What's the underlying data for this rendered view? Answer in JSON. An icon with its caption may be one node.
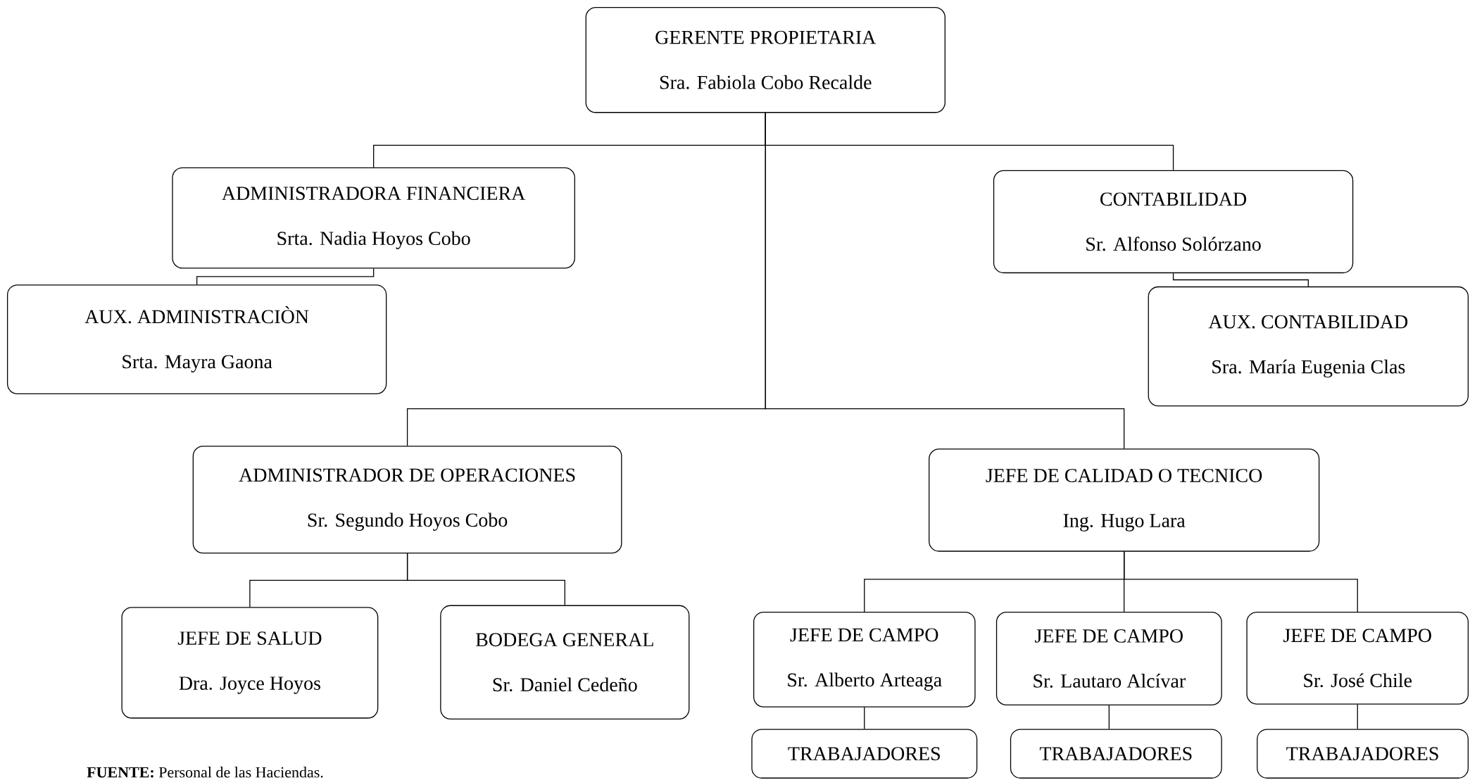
{
  "diagram": {
    "nodes": [
      {
        "text": [
          "GERENTE PROPIETARIA",
          "Sra. Fabiola Cobo Recalde"
        ]
      },
      {
        "text": [
          "ADMINISTRADORA FINANCIERA",
          "Srta. Nadia Hoyos Cobo"
        ]
      },
      {
        "text": [
          "CONTABILIDAD",
          "Sr. Alfonso Solórzano"
        ]
      },
      {
        "text": [
          "AUX. ADMINISTRACIÒN",
          "Srta. Mayra Gaona"
        ]
      },
      {
        "text": [
          "AUX. CONTABILIDAD",
          "Sra. María Eugenia Clas"
        ]
      },
      {
        "text": [
          "ADMINISTRADOR DE OPERACIONES",
          "Sr. Segundo Hoyos Cobo"
        ]
      },
      {
        "text": [
          "JEFE DE CALIDAD O TECNICO",
          "Ing. Hugo Lara"
        ]
      },
      {
        "text": [
          "JEFE DE SALUD",
          "Dra. Joyce Hoyos"
        ]
      },
      {
        "text": [
          "BODEGA GENERAL",
          "Sr. Daniel Cedeño"
        ]
      },
      {
        "text": [
          "JEFE DE CAMPO",
          "Sr. Alberto Arteaga"
        ]
      },
      {
        "text": [
          "JEFE DE CAMPO",
          "Sr. Lautaro Alcívar"
        ]
      },
      {
        "text": [
          "JEFE DE CAMPO",
          "Sr. José Chile"
        ]
      },
      {
        "text": [
          "TRABAJADORES"
        ]
      },
      {
        "text": [
          "TRABAJADORES"
        ]
      },
      {
        "text": [
          "TRABAJADORES"
        ]
      }
    ],
    "edges": [
      {
        "from": 0,
        "to": 1,
        "arrow": "none"
      },
      {
        "from": 0,
        "to": 2,
        "arrow": "none"
      },
      {
        "from": 1,
        "to": 3,
        "arrow": "none"
      },
      {
        "from": 2,
        "to": 4,
        "arrow": "none"
      },
      {
        "from": 0,
        "to": 5,
        "arrow": "none"
      },
      {
        "from": 0,
        "to": 6,
        "arrow": "none"
      },
      {
        "from": 5,
        "to": 7,
        "arrow": "none"
      },
      {
        "from": 5,
        "to": 8,
        "arrow": "none"
      },
      {
        "from": 6,
        "to": 9,
        "arrow": "none"
      },
      {
        "from": 6,
        "to": 10,
        "arrow": "none"
      },
      {
        "from": 6,
        "to": 11,
        "arrow": "none"
      },
      {
        "from": 9,
        "to": 12,
        "arrow": "none"
      },
      {
        "from": 10,
        "to": 13,
        "arrow": "none"
      },
      {
        "from": 11,
        "to": 14,
        "arrow": "none"
      }
    ],
    "labels": [
      "**FUENTE:** Personal de las Haciendas."
    ]
  }
}
